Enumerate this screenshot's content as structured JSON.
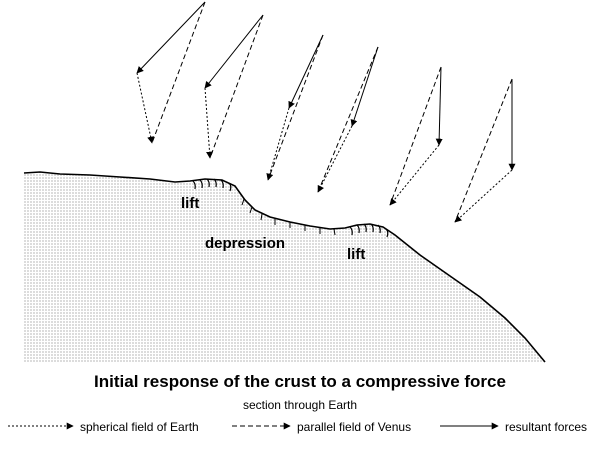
{
  "labels": {
    "lift_left": "lift",
    "depression": "depression",
    "lift_right": "lift"
  },
  "title": "Initial response of the crust to a compressive force",
  "subtitle": "section through Earth",
  "legend": [
    {
      "style": "dotted",
      "label": "spherical field of Earth"
    },
    {
      "style": "dashed",
      "label": "parallel field of Venus"
    },
    {
      "style": "solid",
      "label": "resultant forces"
    }
  ],
  "colors": {
    "crust_fill": "#e4e4e4",
    "line": "#000000"
  }
}
